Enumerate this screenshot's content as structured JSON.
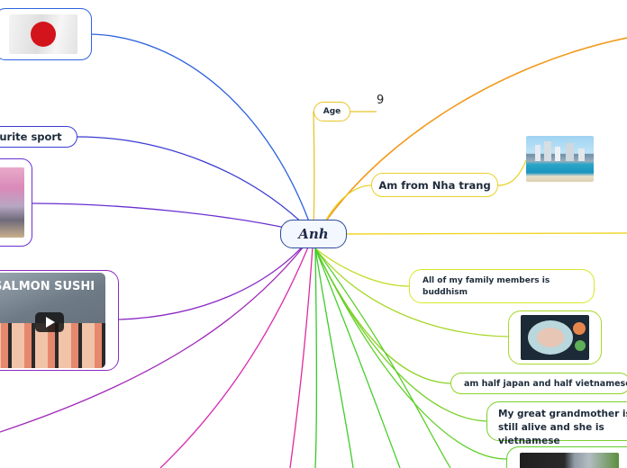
{
  "central_topic": "Anh",
  "nodes": {
    "age": {
      "label": "Age",
      "value": "9"
    },
    "hometown": {
      "label": "Am from Nha trang"
    },
    "family_religion": {
      "label": "All of my family members  is buddhism"
    },
    "heritage": {
      "label": "am half japan and half vietnamese"
    },
    "grandmother": {
      "label": "My great grandmother is still alive and she is vietnamese"
    },
    "sport": {
      "label": "Favourite sport"
    },
    "video": {
      "title": "SALMON SUSHI"
    }
  },
  "colors": {
    "japan_branch": "#2d63e0",
    "sport_branch": "#3a3bd2",
    "blossom_branch": "#6a2fd0",
    "video_branch": "#8a2ac4",
    "orange_branch": "#f39a1c",
    "yellow_branch": "#e8d22a",
    "lime_branch": "#a8d82a",
    "green_branch": "#4fd02a",
    "pink_branch": "#d82ab0"
  },
  "icons": [
    "japan-flag",
    "cherry-blossom-photo",
    "beach-city-photo",
    "sushi-plate-photo",
    "play-icon",
    "seaweed-photo"
  ]
}
